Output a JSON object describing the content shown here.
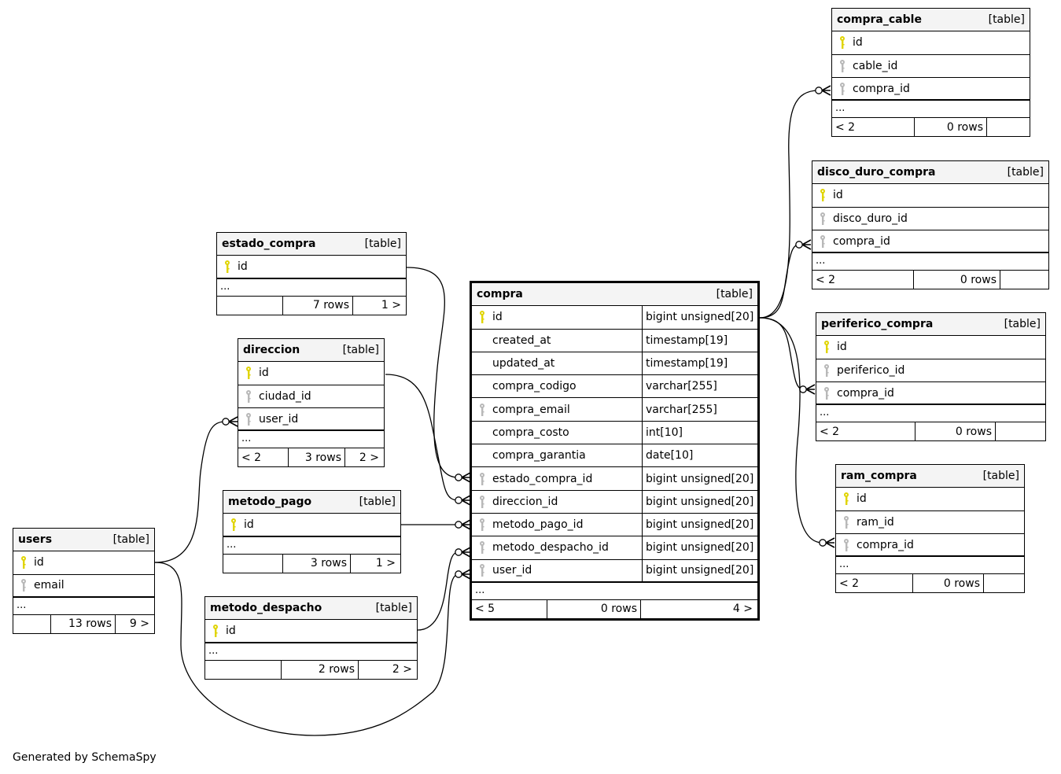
{
  "diagram": {
    "footer_text": "Generated by SchemaSpy",
    "table_type_label": "[table]",
    "ellipsis": "...",
    "key_colors": {
      "primary": "#e0d400",
      "foreign": "#b8b8b8"
    },
    "tables": {
      "compra": {
        "name": "compra",
        "columns": [
          {
            "name": "id",
            "type": "bigint unsigned[20]",
            "key": "primary"
          },
          {
            "name": "created_at",
            "type": "timestamp[19]",
            "key": "none"
          },
          {
            "name": "updated_at",
            "type": "timestamp[19]",
            "key": "none"
          },
          {
            "name": "compra_codigo",
            "type": "varchar[255]",
            "key": "none"
          },
          {
            "name": "compra_email",
            "type": "varchar[255]",
            "key": "foreign"
          },
          {
            "name": "compra_costo",
            "type": "int[10]",
            "key": "none"
          },
          {
            "name": "compra_garantia",
            "type": "date[10]",
            "key": "none"
          },
          {
            "name": "estado_compra_id",
            "type": "bigint unsigned[20]",
            "key": "foreign"
          },
          {
            "name": "direccion_id",
            "type": "bigint unsigned[20]",
            "key": "foreign"
          },
          {
            "name": "metodo_pago_id",
            "type": "bigint unsigned[20]",
            "key": "foreign"
          },
          {
            "name": "metodo_despacho_id",
            "type": "bigint unsigned[20]",
            "key": "foreign"
          },
          {
            "name": "user_id",
            "type": "bigint unsigned[20]",
            "key": "foreign"
          }
        ],
        "footer": {
          "parents": "< 5",
          "rows": "0 rows",
          "children": "4 >"
        }
      },
      "compra_cable": {
        "name": "compra_cable",
        "columns": [
          {
            "name": "id",
            "key": "primary"
          },
          {
            "name": "cable_id",
            "key": "foreign"
          },
          {
            "name": "compra_id",
            "key": "foreign"
          }
        ],
        "footer": {
          "parents": "< 2",
          "rows": "0 rows",
          "children": ""
        }
      },
      "disco_duro_compra": {
        "name": "disco_duro_compra",
        "columns": [
          {
            "name": "id",
            "key": "primary"
          },
          {
            "name": "disco_duro_id",
            "key": "foreign"
          },
          {
            "name": "compra_id",
            "key": "foreign"
          }
        ],
        "footer": {
          "parents": "< 2",
          "rows": "0 rows",
          "children": ""
        }
      },
      "periferico_compra": {
        "name": "periferico_compra",
        "columns": [
          {
            "name": "id",
            "key": "primary"
          },
          {
            "name": "periferico_id",
            "key": "foreign"
          },
          {
            "name": "compra_id",
            "key": "foreign"
          }
        ],
        "footer": {
          "parents": "< 2",
          "rows": "0 rows",
          "children": ""
        }
      },
      "ram_compra": {
        "name": "ram_compra",
        "columns": [
          {
            "name": "id",
            "key": "primary"
          },
          {
            "name": "ram_id",
            "key": "foreign"
          },
          {
            "name": "compra_id",
            "key": "foreign"
          }
        ],
        "footer": {
          "parents": "< 2",
          "rows": "0 rows",
          "children": ""
        }
      },
      "estado_compra": {
        "name": "estado_compra",
        "columns": [
          {
            "name": "id",
            "key": "primary"
          }
        ],
        "footer": {
          "parents": "",
          "rows": "7 rows",
          "children": "1 >"
        }
      },
      "direccion": {
        "name": "direccion",
        "columns": [
          {
            "name": "id",
            "key": "primary"
          },
          {
            "name": "ciudad_id",
            "key": "foreign"
          },
          {
            "name": "user_id",
            "key": "foreign"
          }
        ],
        "footer": {
          "parents": "< 2",
          "rows": "3 rows",
          "children": "2 >"
        }
      },
      "metodo_pago": {
        "name": "metodo_pago",
        "columns": [
          {
            "name": "id",
            "key": "primary"
          }
        ],
        "footer": {
          "parents": "",
          "rows": "3 rows",
          "children": "1 >"
        }
      },
      "metodo_despacho": {
        "name": "metodo_despacho",
        "columns": [
          {
            "name": "id",
            "key": "primary"
          }
        ],
        "footer": {
          "parents": "",
          "rows": "2 rows",
          "children": "2 >"
        }
      },
      "users": {
        "name": "users",
        "columns": [
          {
            "name": "id",
            "key": "primary"
          },
          {
            "name": "email",
            "key": "foreign"
          }
        ],
        "footer": {
          "parents": "",
          "rows": "13 rows",
          "children": "9 >"
        }
      }
    },
    "relationships": [
      {
        "from": "estado_compra.id",
        "to": "compra.estado_compra_id",
        "cardinality": "one-to-zero-or-many"
      },
      {
        "from": "direccion.id",
        "to": "compra.direccion_id",
        "cardinality": "one-to-zero-or-many"
      },
      {
        "from": "metodo_pago.id",
        "to": "compra.metodo_pago_id",
        "cardinality": "one-to-zero-or-many"
      },
      {
        "from": "metodo_despacho.id",
        "to": "compra.metodo_despacho_id",
        "cardinality": "one-to-zero-or-many"
      },
      {
        "from": "users.id",
        "to": "compra.user_id",
        "cardinality": "one-to-zero-or-many"
      },
      {
        "from": "users.id",
        "to": "direccion.user_id",
        "cardinality": "one-to-zero-or-many"
      },
      {
        "from": "compra.id",
        "to": "compra_cable.compra_id",
        "cardinality": "one-to-zero-or-many"
      },
      {
        "from": "compra.id",
        "to": "disco_duro_compra.compra_id",
        "cardinality": "one-to-zero-or-many"
      },
      {
        "from": "compra.id",
        "to": "periferico_compra.compra_id",
        "cardinality": "one-to-zero-or-many"
      },
      {
        "from": "compra.id",
        "to": "ram_compra.compra_id",
        "cardinality": "one-to-zero-or-many"
      }
    ]
  }
}
